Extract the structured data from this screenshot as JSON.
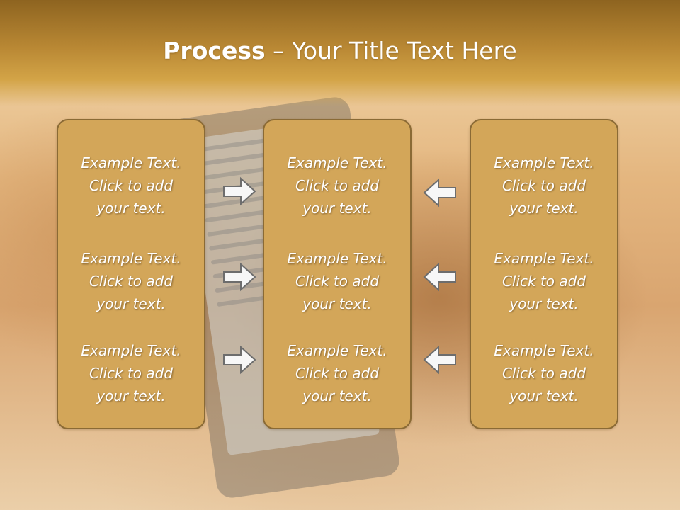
{
  "slide": {
    "title_bold": "Process",
    "title_rest": " – Your Title Text Here"
  },
  "columns": [
    {
      "items": [
        {
          "line1": "Example Text.",
          "line2": "Click  to add",
          "line3": "your text."
        },
        {
          "line1": "Example Text.",
          "line2": "Click  to add",
          "line3": "your text."
        },
        {
          "line1": "Example Text.",
          "line2": "Click  to add",
          "line3": "your text."
        }
      ]
    },
    {
      "items": [
        {
          "line1": "Example Text.",
          "line2": "Click  to add",
          "line3": "your text."
        },
        {
          "line1": "Example Text.",
          "line2": "Click  to add",
          "line3": "your text."
        },
        {
          "line1": "Example Text.",
          "line2": "Click  to add",
          "line3": "your text."
        }
      ]
    },
    {
      "items": [
        {
          "line1": "Example Text.",
          "line2": "Click  to add",
          "line3": "your text."
        },
        {
          "line1": "Example Text.",
          "line2": "Click  to add",
          "line3": "your text."
        },
        {
          "line1": "Example Text.",
          "line2": "Click  to add",
          "line3": "your text."
        }
      ]
    }
  ],
  "arrows": {
    "left_to_middle": "arrow-right-icon",
    "right_to_middle": "arrow-left-icon"
  },
  "colors": {
    "box_fill": "#d3a659",
    "box_border": "#8a6a35",
    "header_top": "#8e6420",
    "arrow_stroke": "#6d6d6d"
  }
}
